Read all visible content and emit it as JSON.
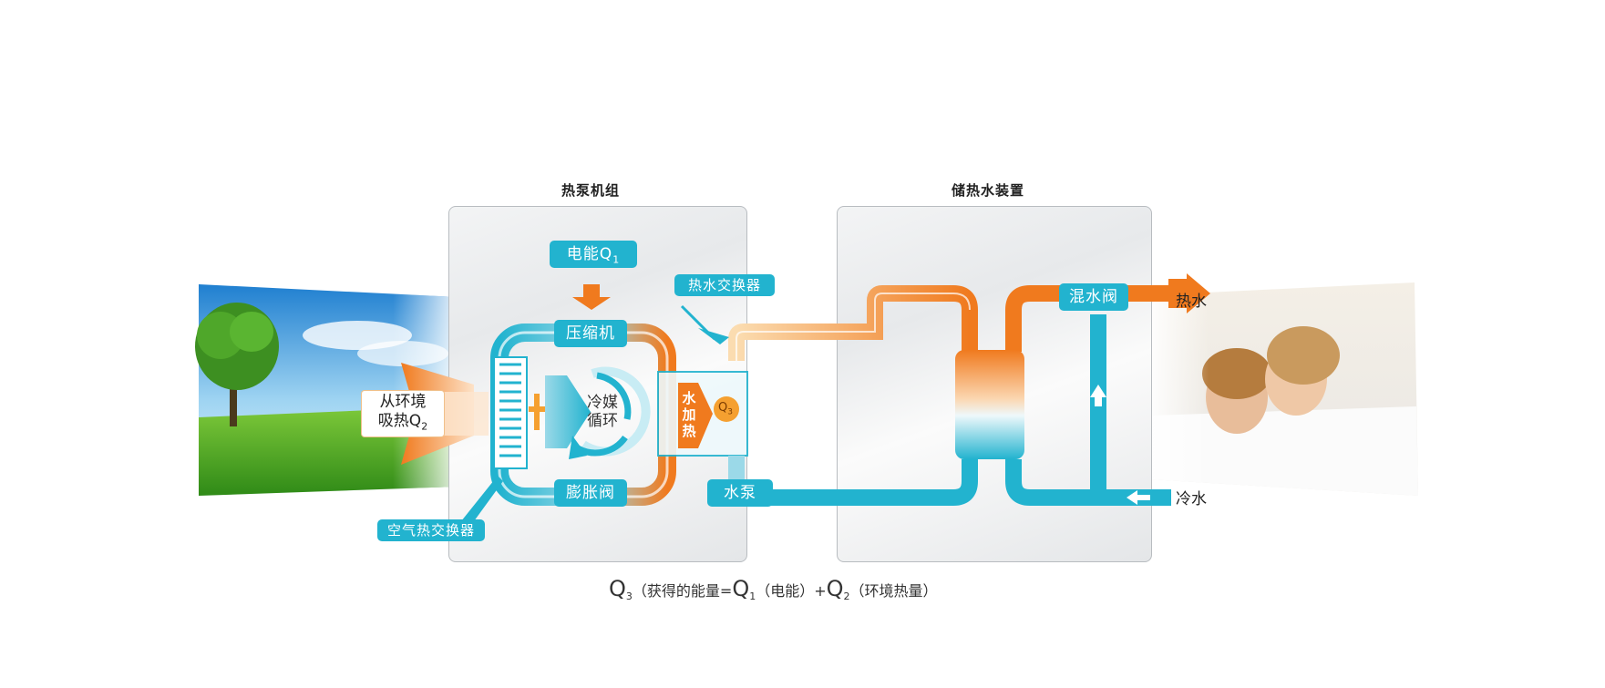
{
  "units": {
    "heat_pump_title": "热泵机组",
    "storage_title": "储热水装置"
  },
  "components": {
    "electric_energy": "电能Q",
    "electric_energy_sub": "1",
    "compressor": "压缩机",
    "expansion_valve": "膨胀阀",
    "refrigerant_cycle_line1": "冷媒",
    "refrigerant_cycle_line2": "循环",
    "water_heating_chars": [
      "水",
      "加",
      "热"
    ],
    "q3_label": "Q",
    "q3_sub": "3",
    "water_heat_exchanger": "热水交换器",
    "air_heat_exchanger": "空气热交换器",
    "water_pump": "水泵",
    "mixing_valve": "混水阀",
    "env_absorb_line1": "从环境",
    "env_absorb_line2": "吸热Q",
    "env_absorb_sub": "2"
  },
  "outputs": {
    "hot_water": "热水",
    "cold_water": "冷水"
  },
  "formula": {
    "q3": "Q",
    "q3_sub": "3",
    "q3_desc": "（获得的能量=",
    "q1": "Q",
    "q1_sub": "1",
    "q1_desc": "（电能）+",
    "q2": "Q",
    "q2_sub": "2",
    "q2_desc": "（环境热量）"
  },
  "colors": {
    "cyan": "#22b3cf",
    "orange": "#f07a1e",
    "panel_border": "#b8bcc0"
  }
}
